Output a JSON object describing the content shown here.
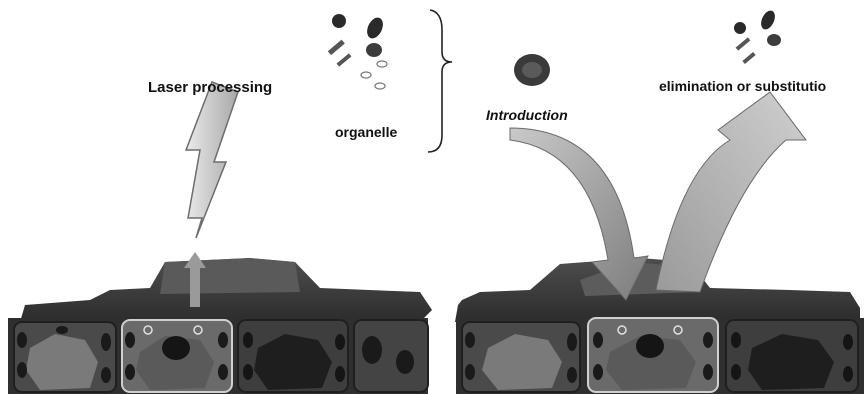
{
  "labels": {
    "laser_processing": "Laser processing",
    "organelle": "organelle",
    "introduction": "Introduction",
    "elimination": "elimination or substitutio"
  },
  "colors": {
    "cell_wall": "#3a3a3a",
    "cell_fill": "#6f6f6f",
    "target_cell": "#8a8a8a",
    "nucleus": "#2c2c2c",
    "arrow": "#9a9a9a",
    "laser": "#c8c8c8"
  }
}
